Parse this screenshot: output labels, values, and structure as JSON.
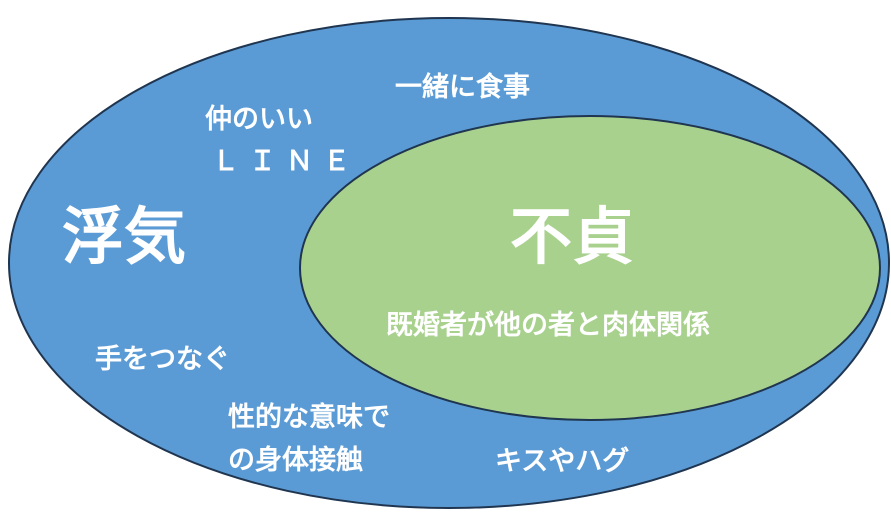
{
  "colors": {
    "outer_fill": "#5B9BD5",
    "inner_fill": "#A9D18E",
    "stroke": "#1F3550",
    "text": "#FFFFFF"
  },
  "outer": {
    "title": "浮気",
    "items": [
      "一緒に食事",
      "仲のいい",
      "ＬＩＮＥ",
      "手をつなぐ",
      "性的な意味で",
      "の身体接触",
      "キスやハグ"
    ]
  },
  "inner": {
    "title": "不貞",
    "description": "既婚者が他の者と肉体関係"
  }
}
